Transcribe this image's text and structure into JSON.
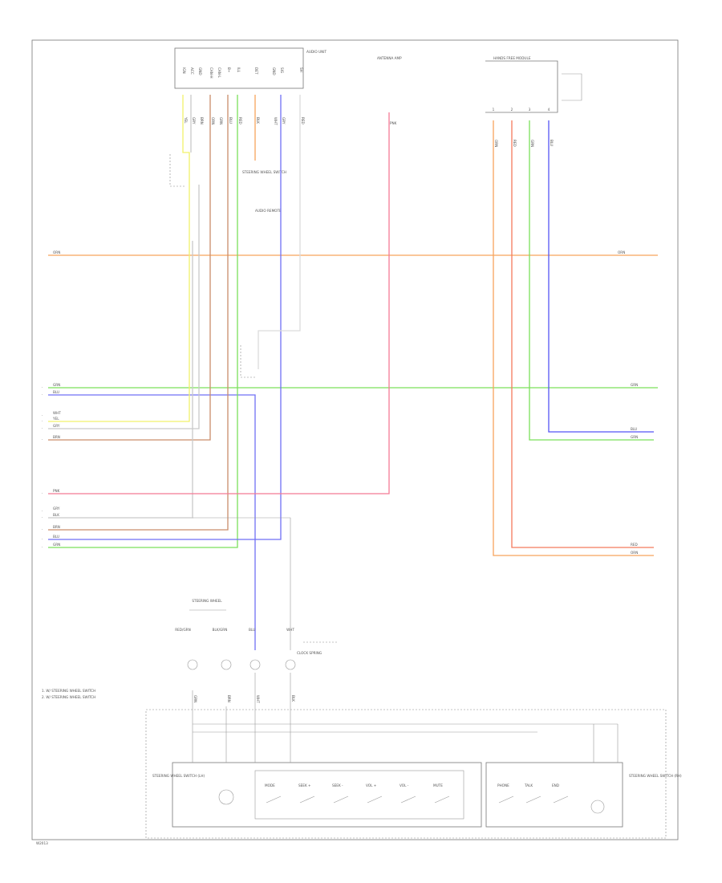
{
  "diagram": {
    "top_connector": {
      "pins": [
        "IGN",
        "ACC",
        "GND",
        "CAN-H",
        "CAN-L",
        "B+",
        "ILL",
        "DET",
        "GND",
        "SIG",
        "SH"
      ],
      "wire_codes": [
        "YEL",
        "GRY",
        "BRN",
        "ORN",
        "GRN",
        "BLU",
        "RED",
        "BLK",
        "WHT",
        "GRY",
        "RED"
      ],
      "side_label": "AUDIO UNIT"
    },
    "center_module": {
      "label_a": "STEERING WHEEL SWITCH",
      "label_b": "AUDIO REMOTE"
    },
    "antenna": {
      "label": "ANTENNA AMP",
      "wire_code": "PNK"
    },
    "right_connector": {
      "label": "HANDS FREE MODULE",
      "pins": [
        "1",
        "2",
        "3",
        "4"
      ],
      "wire_codes": [
        "ORN",
        "RED",
        "GRN",
        "BLU"
      ]
    },
    "bus_labels": {
      "left": "ORN",
      "right": "ORN"
    },
    "left_labels": [
      "GRN",
      "BLU",
      "WHT",
      "YEL",
      "GRY",
      "BRN",
      "PNK",
      "GRY",
      "BLK",
      "BRN",
      "BLU",
      "GRN"
    ],
    "right_labels": [
      "GRN",
      "BLU",
      "GRN",
      "RED",
      "ORN"
    ],
    "clock_spring": {
      "title": "STEERING WHEEL",
      "wire_codes": [
        "RED/GRN",
        "BLK/GRN",
        "BLU",
        "WHT"
      ],
      "side_label": "CLOCK SPRING",
      "bottom_codes": [
        "GRN",
        "BRN",
        "WHT",
        "BLK"
      ]
    },
    "notes": [
      "1. W/ STEERING WHEEL SWITCH",
      "2. W/ STEERING WHEEL SWITCH"
    ],
    "bottom_left_box": {
      "side_label": "STEERING WHEEL SWITCH (LH)",
      "switches": [
        "MODE",
        "SEEK +",
        "SEEK -",
        "VOL +",
        "VOL -",
        "MUTE"
      ]
    },
    "bottom_right_box": {
      "side_label": "STEERING WHEEL SWITCH (RH)",
      "switches": [
        "PHONE",
        "TALK",
        "END"
      ]
    },
    "page_id": "W2013"
  }
}
